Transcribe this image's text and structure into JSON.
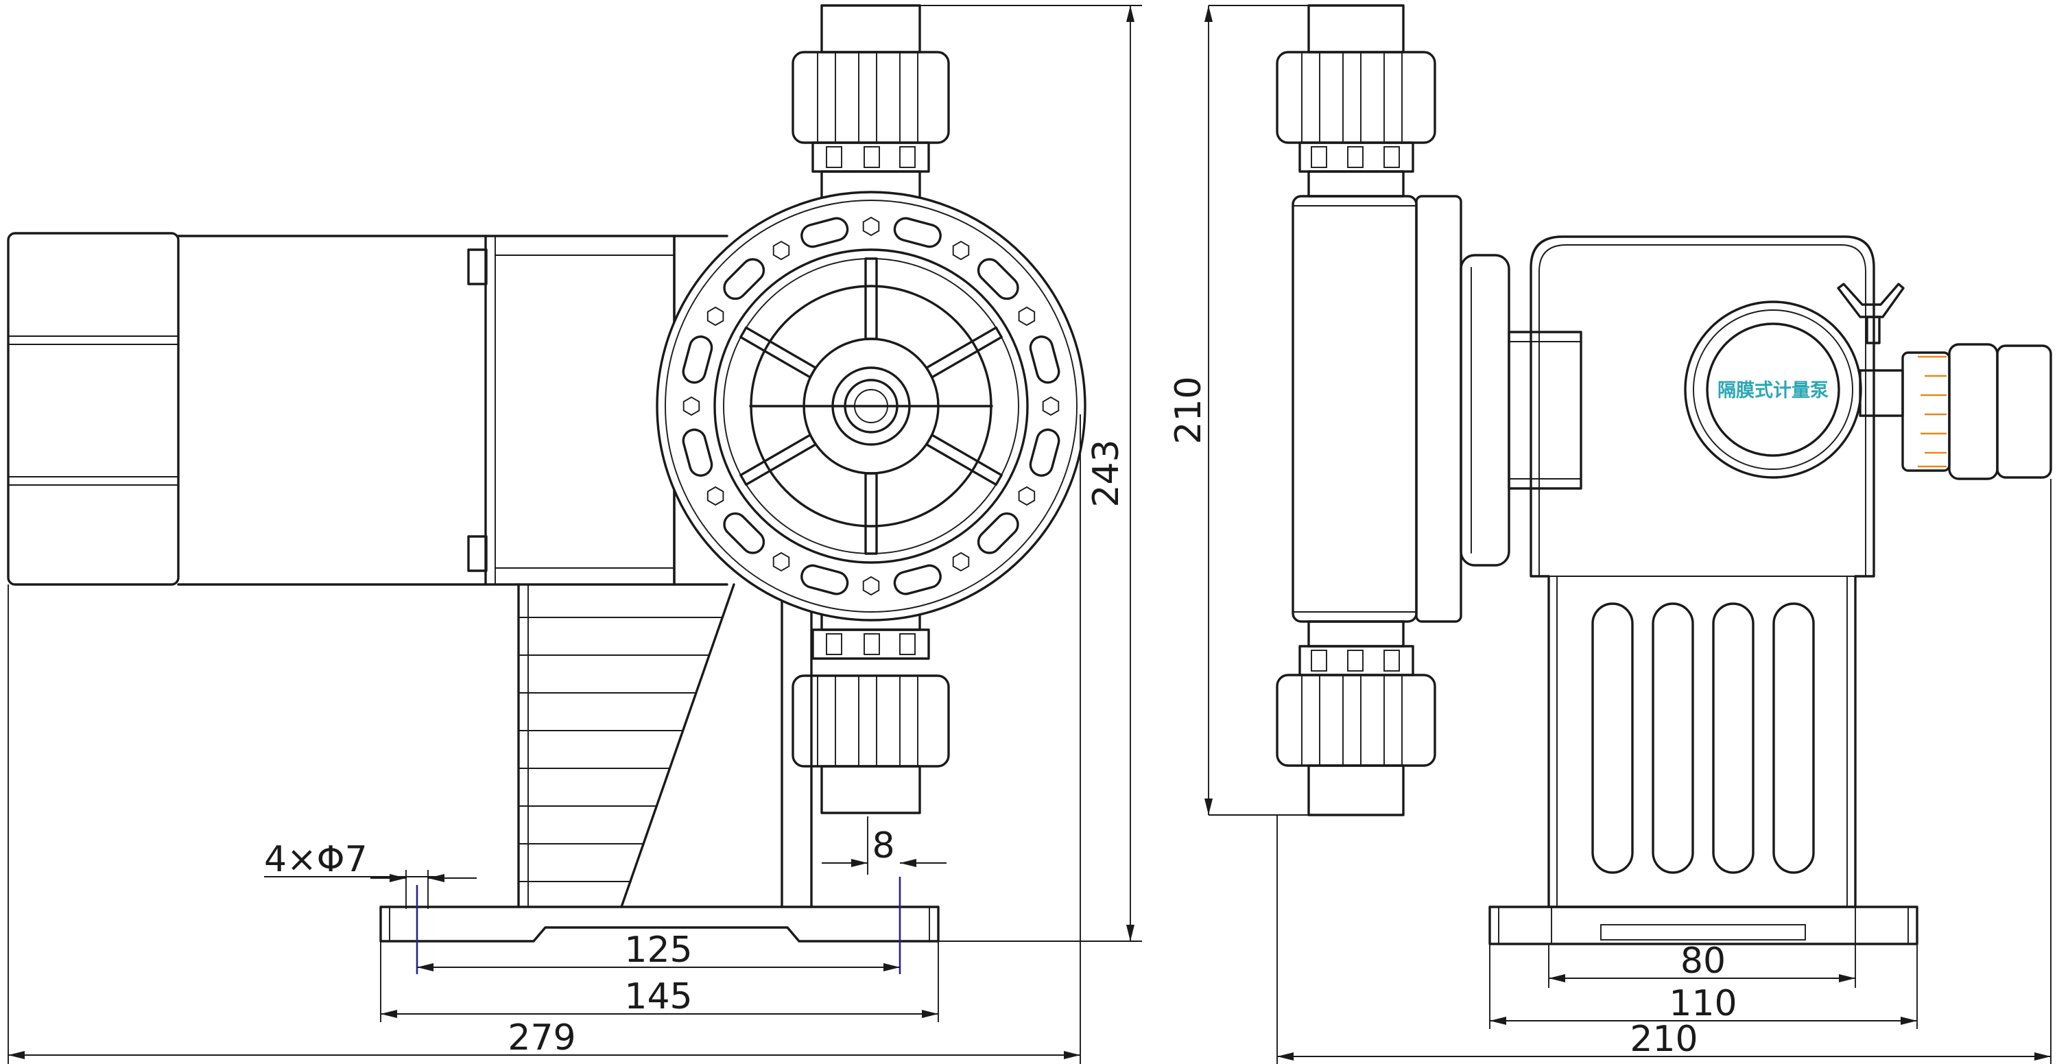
{
  "dimensions": {
    "overall_length": "279",
    "overall_height": "243",
    "side_height": "210",
    "side_width": "210",
    "base_outer": "145",
    "base_hole_spacing": "125",
    "mount_holes": "4×Φ7",
    "flange_offset": "8",
    "side_base_outer": "110",
    "side_base_inner": "80"
  },
  "nameplate": {
    "text": "隔膜式计量泵"
  },
  "colors": {
    "line": "#1a1a1a",
    "centerline": "#23238e",
    "scale_marks": "#e48a1a",
    "nameplate_text": "#2aa7b5"
  }
}
